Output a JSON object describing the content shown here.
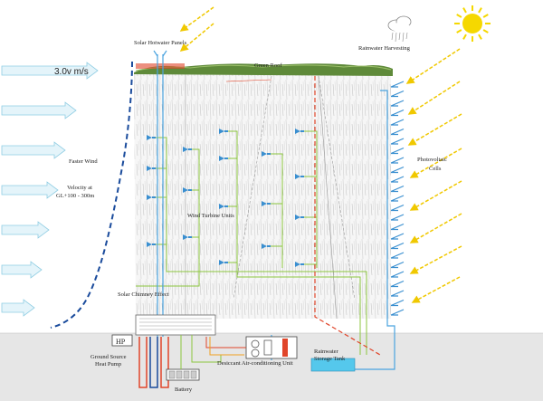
{
  "labels": {
    "solar_hotwater": "Solar Hotwater Panels",
    "rainwater": "Rainwater Harvesting",
    "green_roof": "Green Roof",
    "wind_speed": "3.0v m/s",
    "faster_wind_1": "Faster Wind",
    "faster_wind_2": "Velocity at",
    "faster_wind_3": "GL+100 - 300m",
    "pv_1": "Photovoltaic",
    "pv_2": "Cells",
    "wind_turbines": "Wind Turbine Units",
    "chimney": "Solar Chimney Effect",
    "hp": "HP",
    "gshp_1": "Ground Source",
    "gshp_2": "Heat Pump",
    "desiccant": "Desiccant Air-conditioning Unit",
    "storage_1": "Rainwater",
    "storage_2": "Storage Tank",
    "battery": "Battery"
  },
  "colors": {
    "sun": "#f5d800",
    "sun_arrow": "#f0c800",
    "wind_arrow": "#bfe3ef",
    "wind_profile": "#1a4b9c",
    "facade_rain": "#c9c9c9",
    "pv_cell": "#3a8fd0",
    "wiring_green": "#8cc63f",
    "water_blue": "#4aa3df",
    "heat_red": "#e0452a",
    "ground": "#e6e6e6",
    "tank": "#55c8ec",
    "roof_green": "#5f8a3a"
  },
  "icons": [
    "sun-icon",
    "cloud-icon",
    "wind-turbine-icon"
  ]
}
